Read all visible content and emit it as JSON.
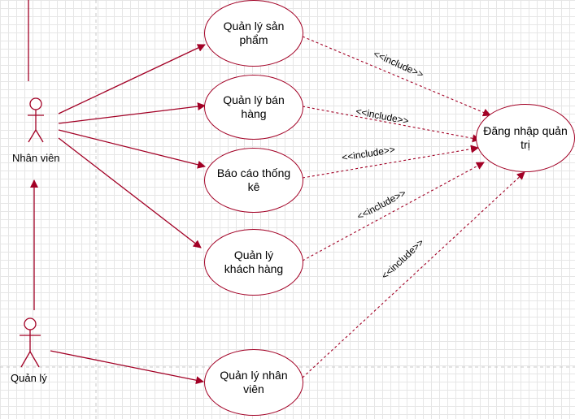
{
  "actors": [
    {
      "id": "nhan-vien",
      "label": "Nhân viên"
    },
    {
      "id": "quan-ly",
      "label": "Quản lý"
    }
  ],
  "use_cases": [
    {
      "id": "quan-ly-san-pham",
      "label": "Quản lý sản phẩm"
    },
    {
      "id": "quan-ly-ban-hang",
      "label": "Quản lý bán hàng"
    },
    {
      "id": "bao-cao-thong-ke",
      "label": "Báo cáo thống kê"
    },
    {
      "id": "quan-ly-khach-hang",
      "label": "Quản lý khách hàng"
    },
    {
      "id": "quan-ly-nhan-vien",
      "label": "Quản lý nhân viên"
    },
    {
      "id": "dang-nhap-quan-tri",
      "label": "Đăng nhập quản trị"
    }
  ],
  "relations": {
    "include_label": "<<include>>"
  },
  "colors": {
    "line": "#a20025",
    "grid": "#e6e6e6"
  }
}
